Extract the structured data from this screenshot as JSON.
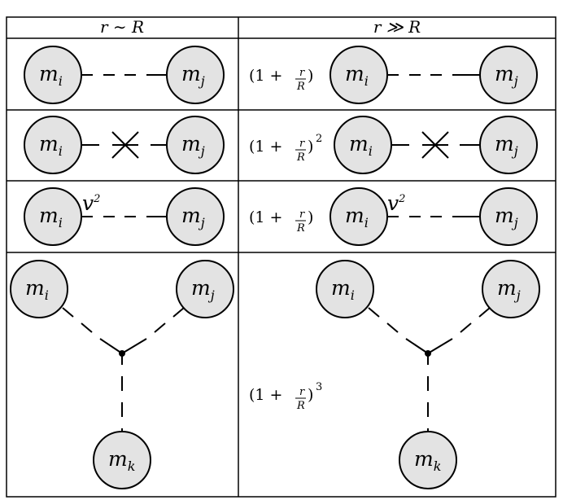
{
  "headers": {
    "left": "r ∼ R",
    "right": "r ≫ R"
  },
  "masses": {
    "i": "m",
    "j": "m",
    "k": "m",
    "sub_i": "i",
    "sub_j": "j",
    "sub_k": "k"
  },
  "velocity_label": {
    "base": "v",
    "power": "2"
  },
  "factor": {
    "open": "(1 + ",
    "numerator": "r",
    "denominator": "R",
    "close": ")",
    "power_row2": "2",
    "power_row4": "3"
  }
}
